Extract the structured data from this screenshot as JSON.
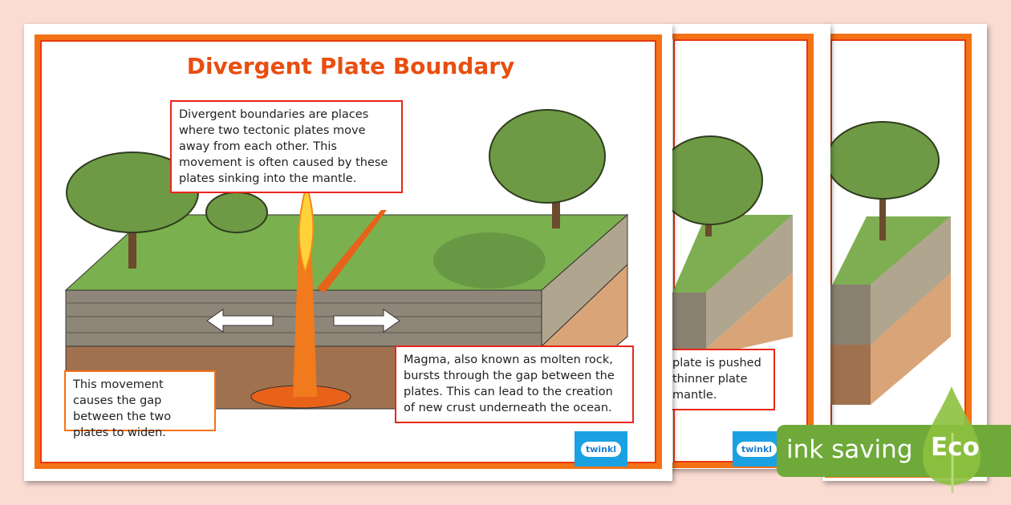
{
  "poster": {
    "title": "Divergent Plate Boundary",
    "box_top": "Divergent boundaries are places where two tectonic plates move away from each other. This movement is often caused by these plates sinking into the mantle.",
    "box_left": "This movement causes the gap between the two plates to widen.",
    "box_right": "Magma, also known as molten rock, bursts through the gap between the plates. This can lead to the creation of new crust underneath the ocean.",
    "logo": "twinkl"
  },
  "back_page": {
    "box_lines": [
      "plate is pushed",
      "thinner plate",
      "mantle."
    ],
    "logo": "twinkl"
  },
  "badge": {
    "text": "ink saving",
    "label": "Eco",
    "color": "#6ea93a"
  },
  "colors": {
    "border": "#f47216",
    "title": "#e84e10",
    "logo": "#1ba1e2"
  }
}
